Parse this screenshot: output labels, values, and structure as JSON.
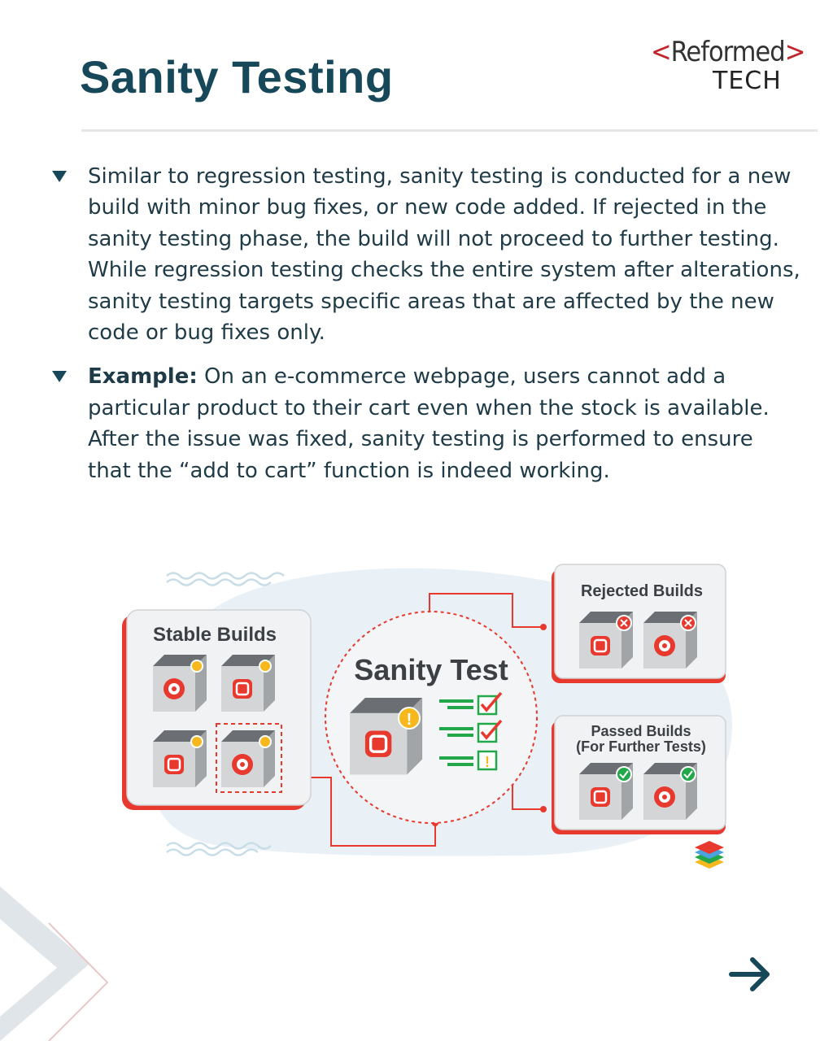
{
  "header": {
    "title": "Sanity Testing",
    "logo": {
      "open_bracket": "<",
      "word": "Reformed",
      "close_bracket": ">",
      "sub": "TECH"
    }
  },
  "bullets": [
    {
      "bold": "",
      "text": "Similar to regression testing, sanity testing is conducted for a new build with minor bug fixes, or new code added. If rejected in the sanity testing phase, the build will not proceed to further testing. While regression testing checks the entire system after alterations, sanity testing targets specific areas that are affected by the new code or bug fixes only."
    },
    {
      "bold": "Example:",
      "text": " On an e-commerce webpage, users cannot add a particular product to their cart even when the stock is available. After the issue was fixed, sanity testing is performed to ensure that the “add to cart” function is indeed working."
    }
  ],
  "diagram": {
    "stable_label": "Stable Builds",
    "center_label": "Sanity Test",
    "rejected_label": "Rejected Builds",
    "passed_label_1": "Passed Builds",
    "passed_label_2": "(For Further Tests)"
  },
  "colors": {
    "title": "#17485a",
    "accent_red": "#e8392f",
    "check_green": "#22a84a",
    "panel_bg": "#f1f2f3"
  },
  "nav": {
    "next_icon": "arrow-right-icon"
  }
}
